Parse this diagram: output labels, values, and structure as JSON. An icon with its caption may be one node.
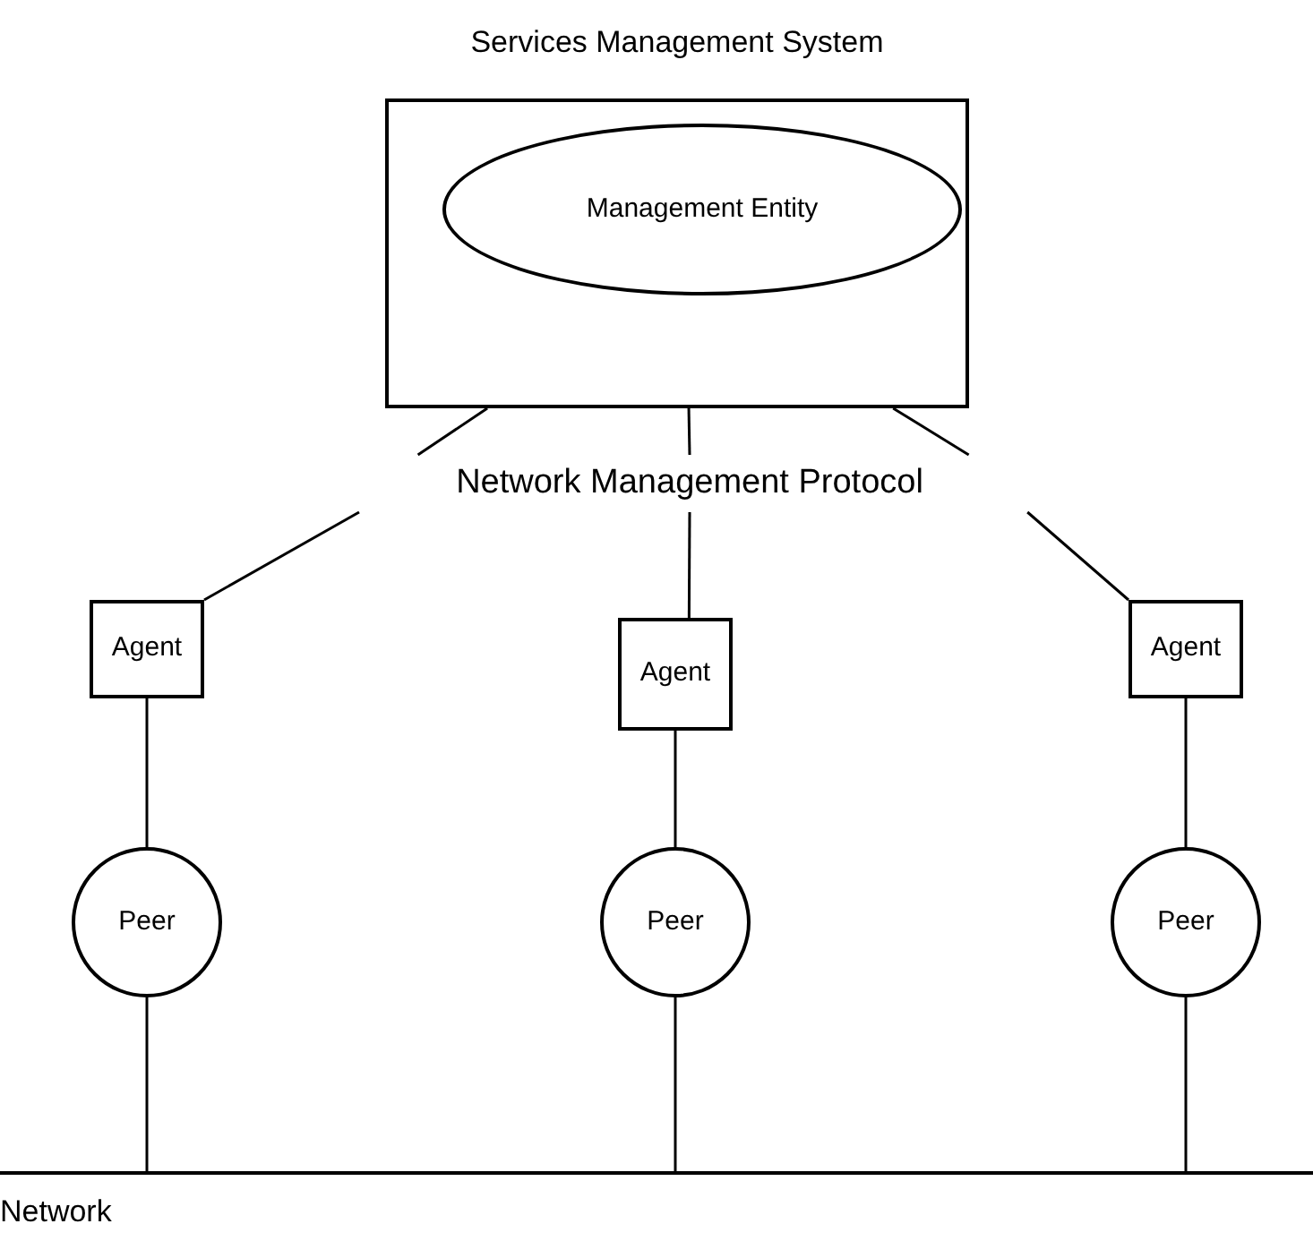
{
  "diagram": {
    "nodes": [
      {
        "text": [
          "Services Management System"
        ]
      },
      {
        "text": [
          "Management Entity"
        ],
        "in": 0
      },
      {
        "text": [
          "Network Management Protocol"
        ]
      },
      {
        "text": [
          "Agent"
        ]
      },
      {
        "text": [
          "Peer"
        ]
      },
      {
        "text": [
          "Agent"
        ]
      },
      {
        "text": [
          "Peer"
        ]
      },
      {
        "text": [
          "Agent"
        ]
      },
      {
        "text": [
          "Peer"
        ]
      },
      {
        "text": [
          "Network"
        ]
      }
    ],
    "edges": [
      {
        "from": 0,
        "to": 2,
        "arrow": "none"
      },
      {
        "from": 0,
        "to": 2,
        "arrow": "none"
      },
      {
        "from": 0,
        "to": 2,
        "arrow": "none"
      },
      {
        "from": 2,
        "to": 3,
        "arrow": "none"
      },
      {
        "from": 2,
        "to": 5,
        "arrow": "none"
      },
      {
        "from": 2,
        "to": 7,
        "arrow": "none"
      },
      {
        "from": 3,
        "to": 4,
        "arrow": "none"
      },
      {
        "from": 5,
        "to": 6,
        "arrow": "none"
      },
      {
        "from": 7,
        "to": 8,
        "arrow": "none"
      },
      {
        "from": 4,
        "to": 9,
        "arrow": "none"
      },
      {
        "from": 6,
        "to": 9,
        "arrow": "none"
      },
      {
        "from": 8,
        "to": 9,
        "arrow": "none"
      }
    ]
  }
}
